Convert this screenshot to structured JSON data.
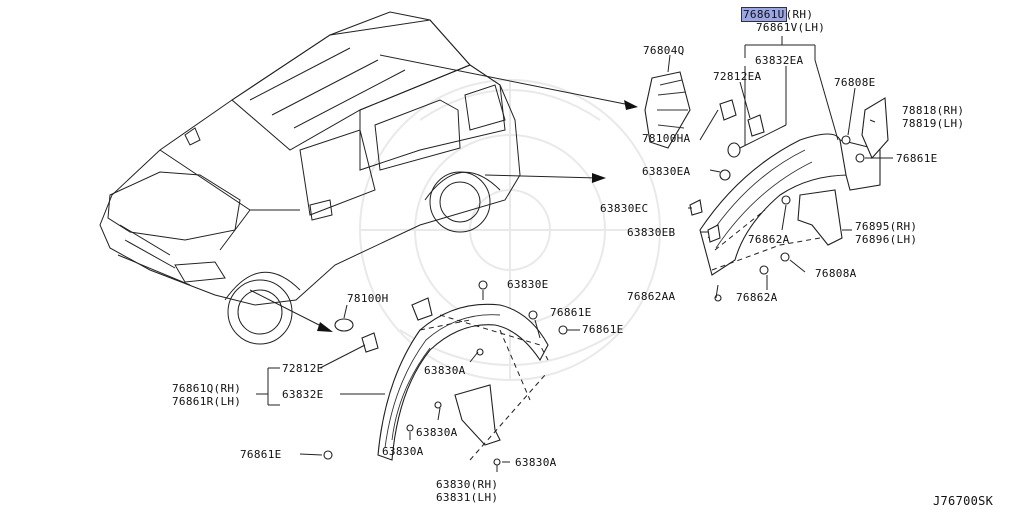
{
  "diagram_id": "J76700SK",
  "parts": {
    "p76861U": "76861U",
    "p76861U_side": "(RH)",
    "p76861V": "76861V(LH)",
    "p76804Q": "76804Q",
    "p63832EA": "63832EA",
    "p72812EA": "72812EA",
    "p76808E": "76808E",
    "p78818_19": "78818(RH)\n78819(LH)",
    "p78100HA": "78100HA",
    "p76861E_right": "76861E",
    "p63830EA": "63830EA",
    "p63830EC": "63830EC",
    "p63830EB": "63830EB",
    "p76862A_upper": "76862A",
    "p76895_96": "76895(RH)\n76896(LH)",
    "p76808A": "76808A",
    "p76862AA": "76862AA",
    "p76862A_lower": "76862A",
    "p78100H": "78100H",
    "p63830E": "63830E",
    "p76861E_a": "76861E",
    "p76861E_b": "76861E",
    "p72812E": "72812E",
    "p76861Q_R": "76861Q(RH)\n76861R(LH)",
    "p63832E": "63832E",
    "p63830A_1": "63830A",
    "p63830A_2": "63830A",
    "p63830A_3": "63830A",
    "p63830A_4": "63830A",
    "p76861E_left": "76861E",
    "p63830_31": "63830(RH)\n63831(LH)"
  }
}
